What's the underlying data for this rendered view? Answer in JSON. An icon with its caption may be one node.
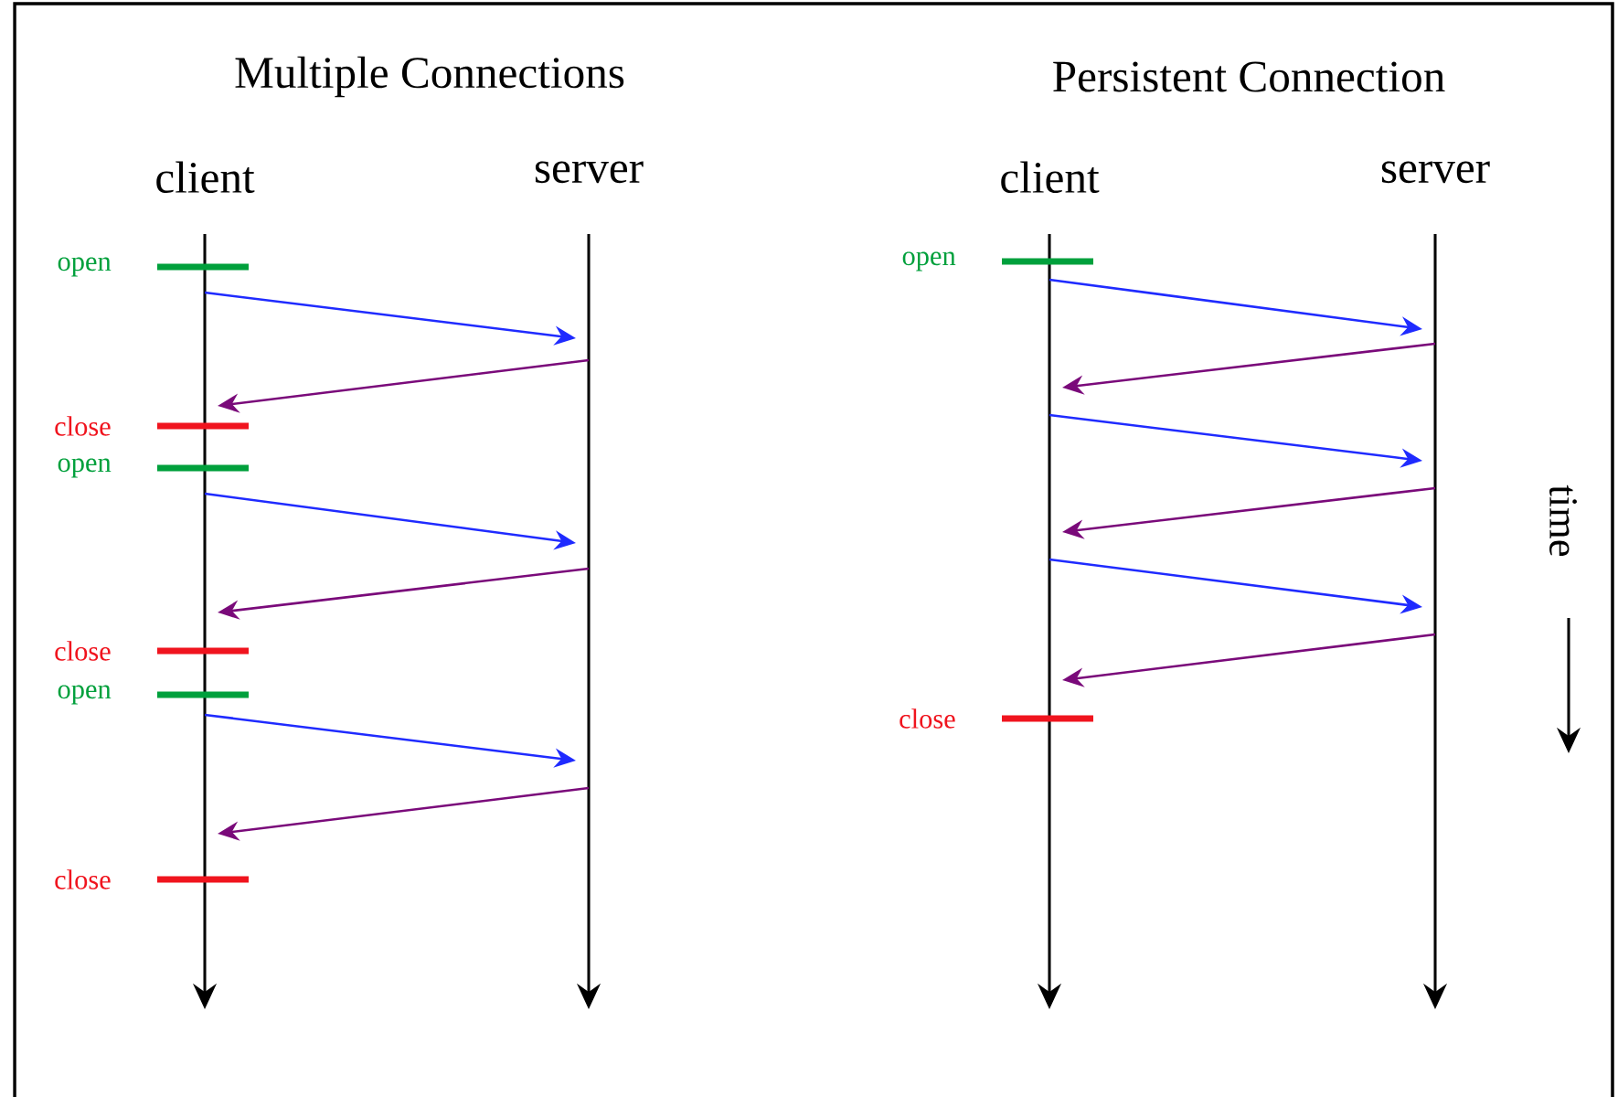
{
  "diagram": {
    "nodes": [
      {
        "text": [
          "client"
        ]
      },
      {
        "text": [
          "server"
        ]
      },
      {
        "text": [
          "client"
        ]
      },
      {
        "text": [
          "server"
        ]
      }
    ],
    "edges": [
      {
        "from": 0,
        "to": 1,
        "arrow": "to"
      },
      {
        "from": 1,
        "to": 0,
        "arrow": "to",
        "color": "#7a0a7a"
      },
      {
        "from": 0,
        "to": 1,
        "arrow": "to"
      },
      {
        "from": 1,
        "to": 0,
        "arrow": "to",
        "color": "#7a0a7a"
      },
      {
        "from": 0,
        "to": 1,
        "arrow": "to"
      },
      {
        "from": 1,
        "to": 0,
        "arrow": "to",
        "color": "#7a0a7a"
      },
      {
        "from": 2,
        "to": 3,
        "arrow": "to"
      },
      {
        "from": 3,
        "to": 2,
        "arrow": "to",
        "color": "#7a0a7a"
      },
      {
        "from": 2,
        "to": 3,
        "arrow": "to"
      },
      {
        "from": 3,
        "to": 2,
        "arrow": "to",
        "color": "#7a0a7a"
      },
      {
        "from": 2,
        "to": 3,
        "arrow": "to"
      },
      {
        "from": 3,
        "to": 2,
        "arrow": "to",
        "color": "#7a0a7a"
      }
    ],
    "labels": [
      "Multiple Connections",
      "Persistent Connection",
      "open",
      "close",
      "open",
      "close",
      "open",
      "close",
      "open",
      "close",
      "time"
    ]
  }
}
